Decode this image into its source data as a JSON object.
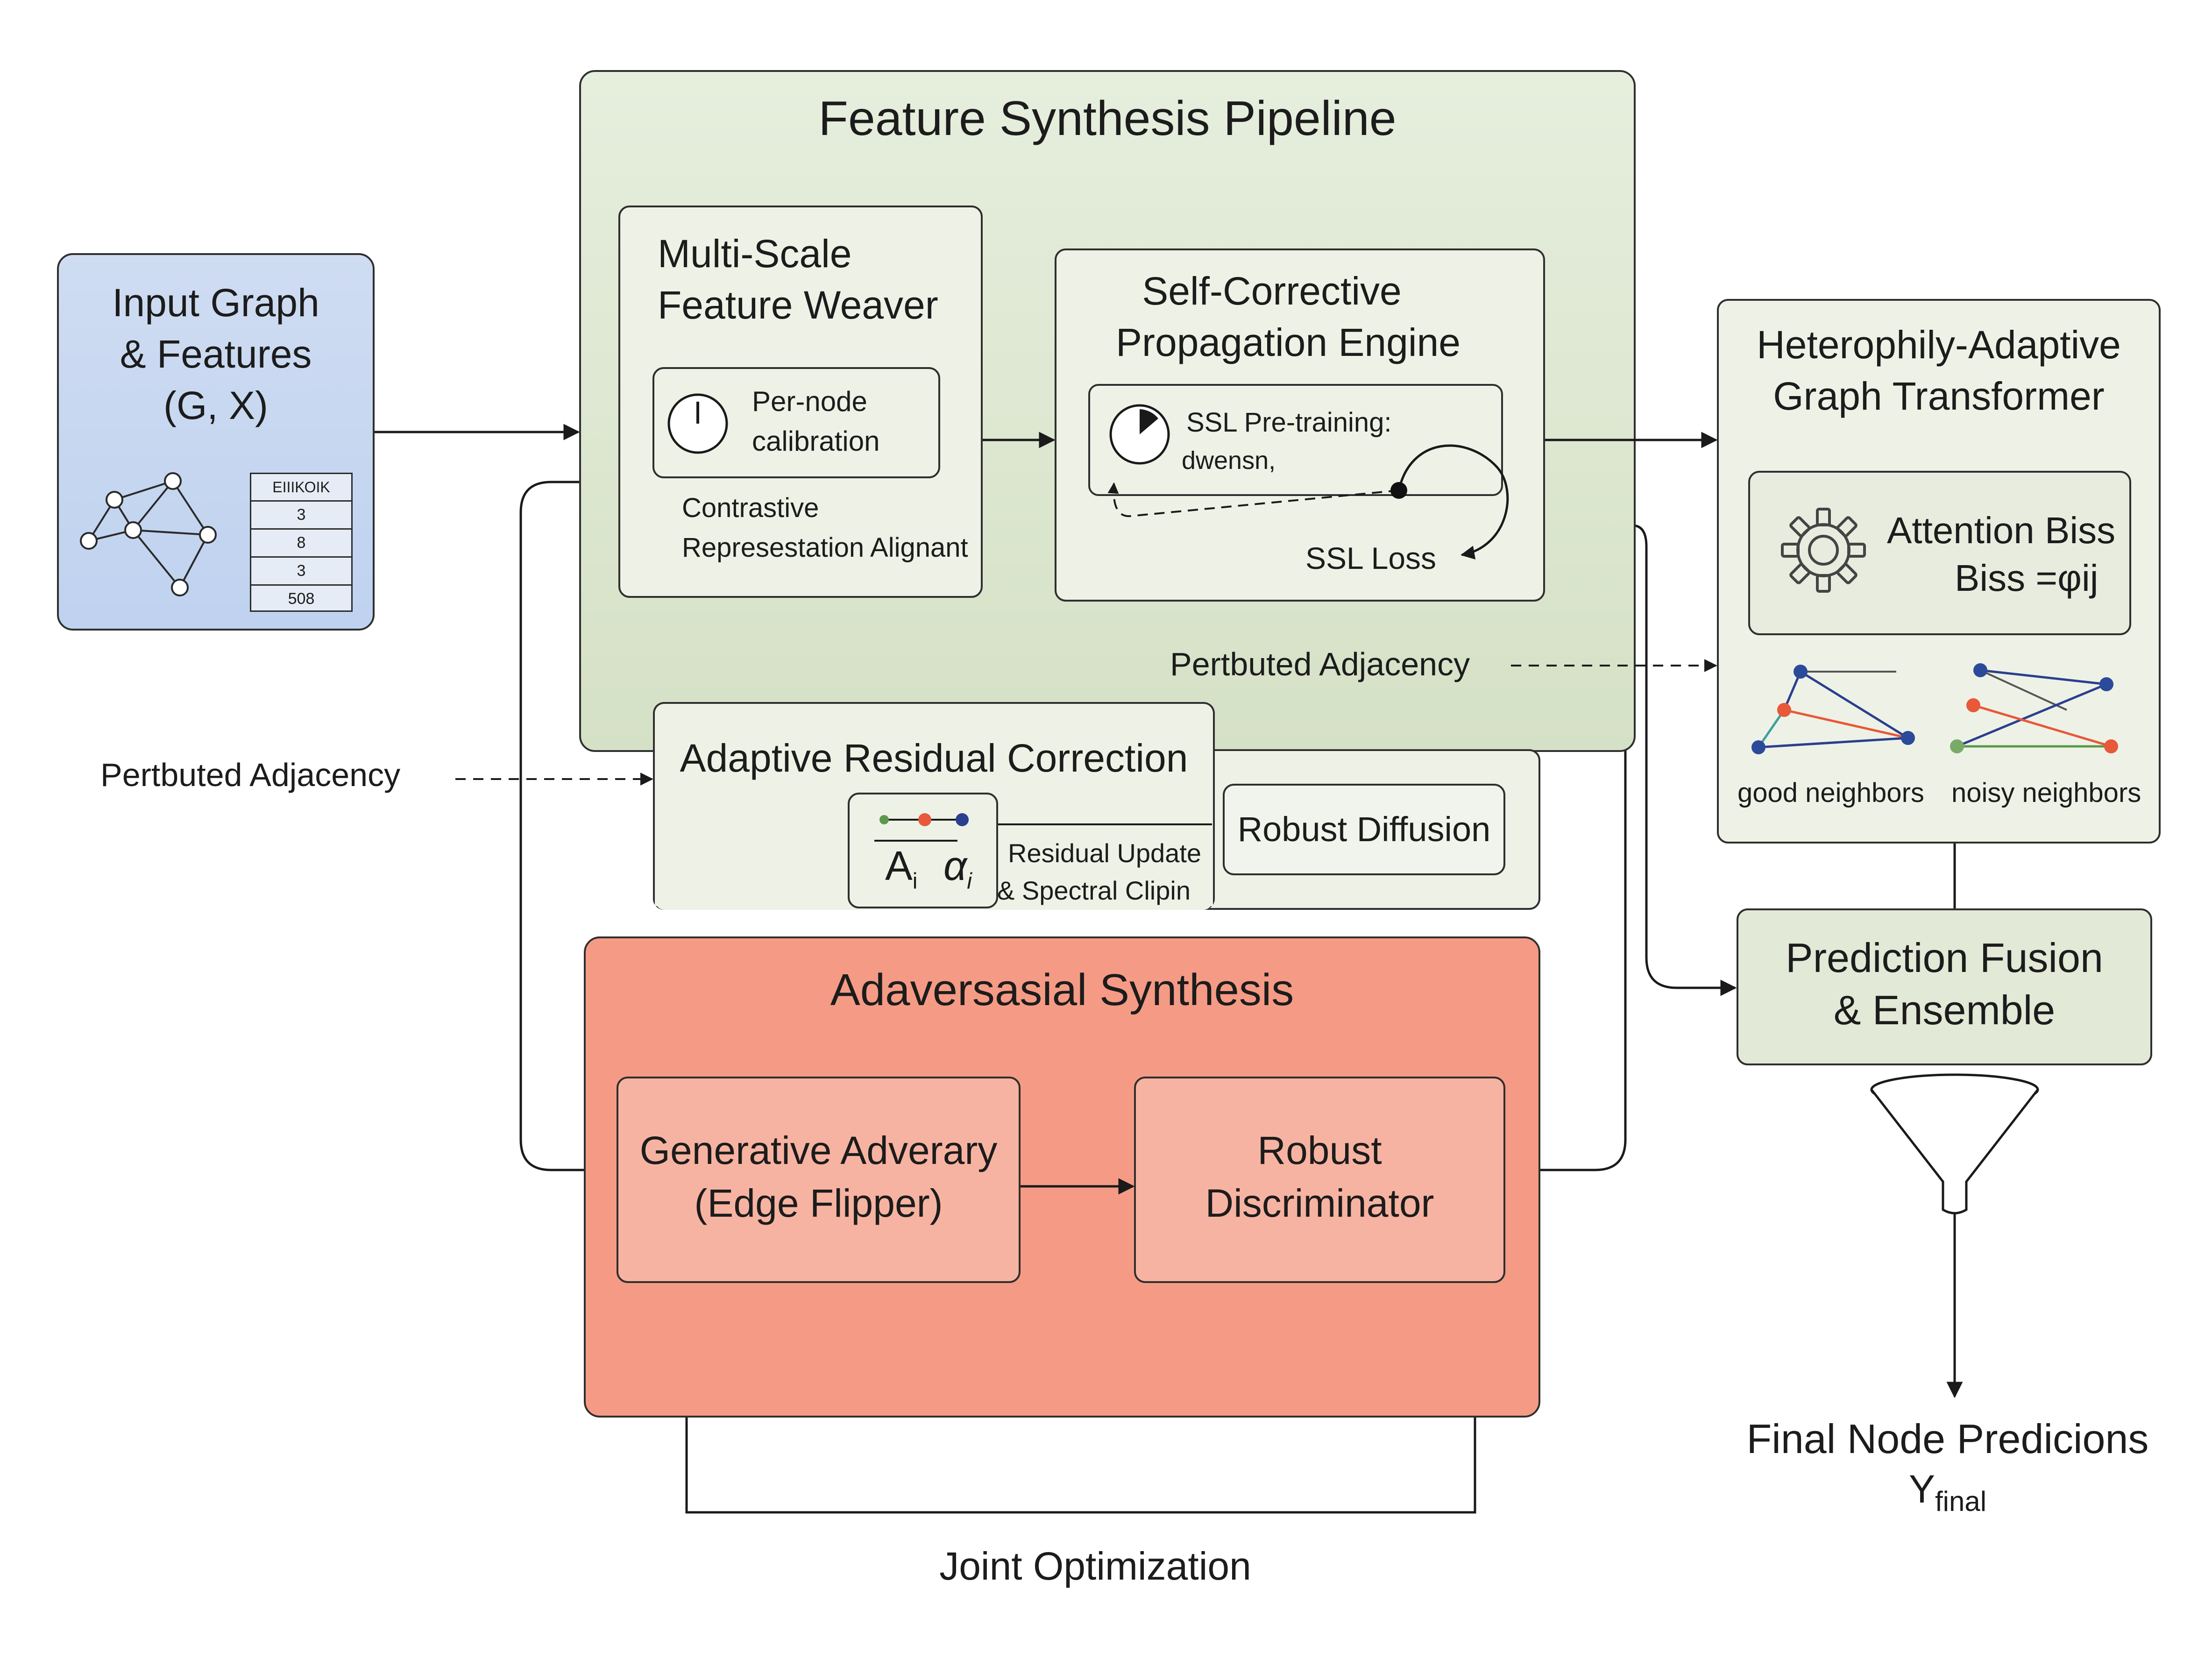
{
  "input": {
    "title_line1": "Input Graph",
    "title_line2": "& Features",
    "title_line3": "(G, X)",
    "table_rows": [
      "ΕΙΙΙΚΟΙΚ",
      "3",
      "8",
      "3",
      "508"
    ]
  },
  "pipeline": {
    "title": "Feature Synthesis Pipeline",
    "weaver": {
      "title_line1": "Multi-Scale",
      "title_line2": "Feature Weaver",
      "calibration_line1": "Per-node",
      "calibration_line2": "calibration",
      "contrastive_line1": "Contrastive",
      "contrastive_line2": "Represestation Alignant"
    },
    "engine": {
      "title_line1": "Self-Corrective",
      "title_line2": "Propagation Engine",
      "ssl_line1": "SSL Pre-training:",
      "ssl_line2": "dwensn,",
      "ssl_loss": "SSL Loss"
    },
    "perturbed_right": "Pertbuted Adjacency"
  },
  "residual": {
    "title": "Adaptive Residual Correction",
    "formula_a": "A",
    "formula_a_sub": "i",
    "formula_alpha": "α",
    "formula_alpha_sub": "i",
    "update_line1": "Residual Update",
    "update_line2": "& Spectral Clipin",
    "robust_diffusion": "Robust Diffusion"
  },
  "perturbed_left": "Pertbuted Adjacency",
  "adversarial": {
    "title": "Adaversasial Synthesis",
    "generator_line1": "Generative Adverary",
    "generator_line2": "(Edge Flipper)",
    "discriminator_line1": "Robust",
    "discriminator_line2": "Discriminator"
  },
  "joint_optimization": "Joint Optimization",
  "transformer": {
    "title_line1": "Heterophily-Adaptive",
    "title_line2": "Graph Transformer",
    "attention_line1": "Attention Biss",
    "attention_line2": "Biss =φij",
    "good_neighbors": "good neighbors",
    "noisy_neighbors": "noisy neighbors"
  },
  "fusion": {
    "title_line1": "Prediction Fusion",
    "title_line2": "& Ensemble"
  },
  "final": {
    "line1": "Final Node Predicions",
    "line2": "Y",
    "line2_sub": "final"
  },
  "colors": {
    "green_panel": "#d5e1c6",
    "input_blue": "#c4d6f0",
    "adversarial_red": "#f59b85",
    "edge_blue": "#2b3f8f",
    "edge_red": "#e8583a",
    "edge_green": "#5a9a4a",
    "node_navy": "#2b4a9a"
  },
  "icons": [
    "graph-icon",
    "gauge-icon",
    "gear-icon",
    "funnel-icon"
  ]
}
